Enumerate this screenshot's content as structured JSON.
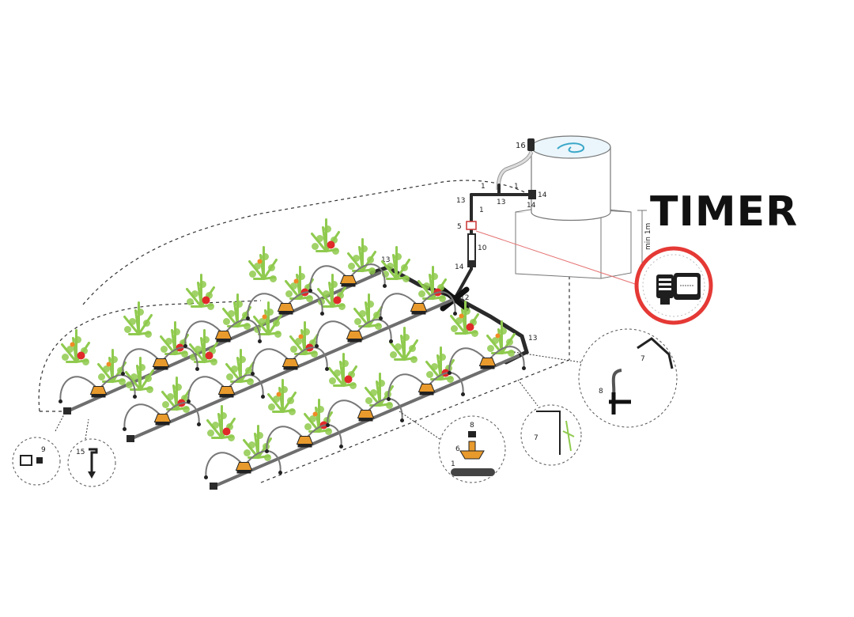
{
  "title": "TIMER",
  "colors": {
    "pipe": "#6e6e6e",
    "pipe_dark": "#2a2a2a",
    "leaf": "#8fca4e",
    "fruit": "#e02a2a",
    "fruit_orange": "#f08a24",
    "dripper": "#e89a2c",
    "timer_ring": "#e53935",
    "water": "#3aa7c9"
  },
  "labels": {
    "tank_cap": "16",
    "tee_left": "1",
    "tee_right": "1",
    "fitting_14a": "14",
    "fitting_14b": "14",
    "fitting_13_top": "13",
    "fitting_13_label": "13",
    "pipe_1": "1",
    "valve_5": "5",
    "filter_10": "10",
    "fitting_14c": "14",
    "cross_12": "12",
    "elbow_13a": "13",
    "elbow_13b": "13",
    "height_note": "min 1m",
    "detail_9": "9",
    "detail_15": "15",
    "detail_8a": "8",
    "detail_6": "6",
    "detail_1": "1",
    "detail_7a": "7",
    "detail_8b": "8",
    "detail_7b": "7"
  }
}
